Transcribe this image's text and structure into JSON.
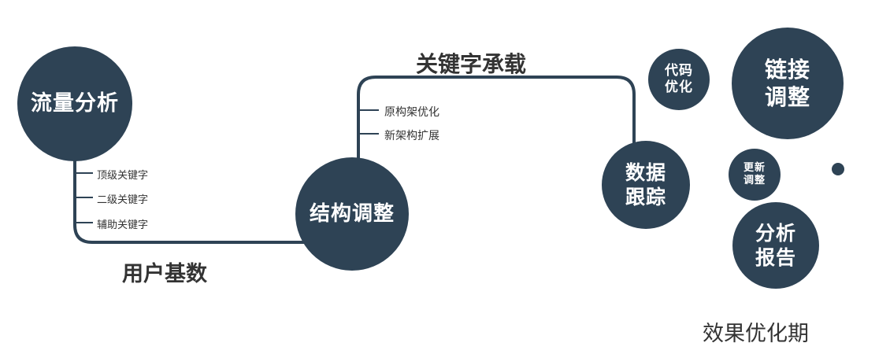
{
  "colors": {
    "node_fill": "#2e4355",
    "node_text": "#ffffff",
    "line": "#2e4355",
    "label_dark": "#333333"
  },
  "nodes": {
    "traffic_analysis": {
      "label": "流量分析"
    },
    "structure_adjustment": {
      "label": "结构调整"
    },
    "data_tracking": {
      "line1": "数据",
      "line2": "跟踪"
    },
    "code_optimization": {
      "line1": "代码",
      "line2": "优化"
    },
    "link_adjustment": {
      "line1": "链接",
      "line2": "调整"
    },
    "update_adjustment": {
      "line1": "更新",
      "line2": "调整"
    },
    "analysis_report": {
      "line1": "分析",
      "line2": "报告"
    }
  },
  "edge_labels": {
    "user_base": "用户基数",
    "keyword_carry": "关键字承载"
  },
  "keyword_branches": [
    "顶级关键字",
    "二级关键字",
    "辅助关键字"
  ],
  "architecture_branches": [
    "原构架优化",
    "新架构扩展"
  ],
  "footer_label": "效果优化期"
}
